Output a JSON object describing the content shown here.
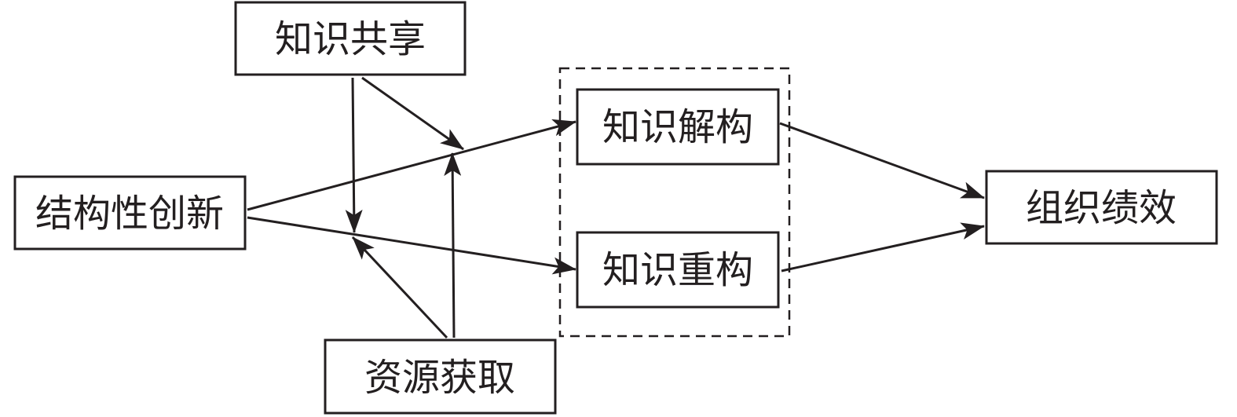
{
  "diagram": {
    "nodes": {
      "knowledge_sharing": "知识共享",
      "structural_innovation": "结构性创新",
      "knowledge_deconstruction": "知识解构",
      "knowledge_reconstruction": "知识重构",
      "organizational_performance": "组织绩效",
      "resource_acquisition": "资源获取"
    },
    "colors": {
      "stroke": "#231f20",
      "background": "#ffffff"
    }
  }
}
